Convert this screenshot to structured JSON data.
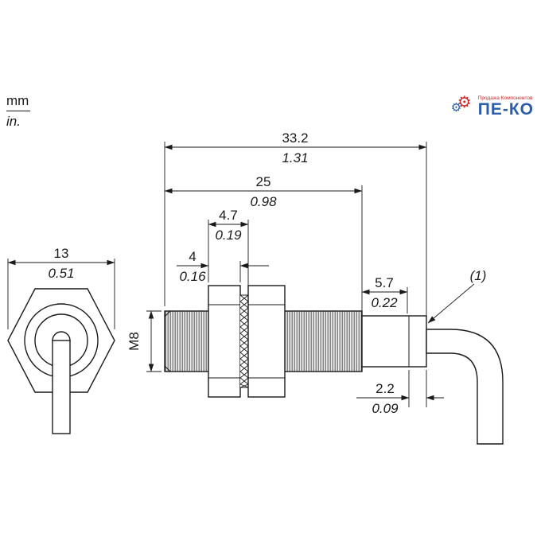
{
  "legend": {
    "mm": "mm",
    "inch": "in."
  },
  "logo": {
    "tagline": "Продажа Компонентов",
    "name": "ПЕ-КО"
  },
  "dims": {
    "overall": {
      "mm": "33.2",
      "in": "1.31"
    },
    "thread_len": {
      "mm": "25",
      "in": "0.98"
    },
    "nut_washer": {
      "mm": "4.7",
      "in": "0.19"
    },
    "nut": {
      "mm": "4",
      "in": "0.16"
    },
    "rear": {
      "mm": "5.7",
      "in": "0.22"
    },
    "width": {
      "mm": "13",
      "in": "0.51"
    },
    "band": {
      "mm": "2.2",
      "in": "0.09"
    }
  },
  "labels": {
    "thread_size": "M8",
    "callout": "(1)"
  },
  "colors": {
    "line": "#1a1a1a",
    "band_fill": "#8c8c8c",
    "logo_blue": "#2a5caa",
    "logo_red": "#cc2a2a"
  }
}
